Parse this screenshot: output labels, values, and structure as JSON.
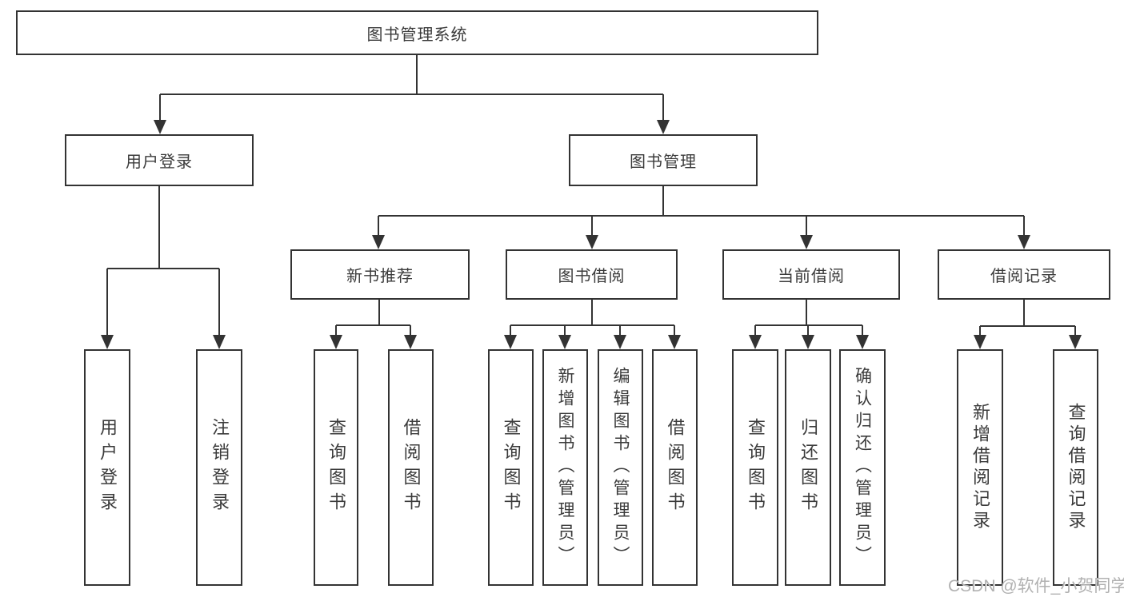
{
  "diagram_title": "图书管理系统",
  "colors": {
    "line": "#333333",
    "text": "#3b3b3b",
    "box_background": "#ffffff",
    "watermark": "#b1b1b1"
  },
  "nodes": {
    "root": {
      "label": "图书管理系统"
    },
    "user_login": {
      "label": "用户登录"
    },
    "book_management": {
      "label": "图书管理"
    },
    "new_book_recommend": {
      "label": "新书推荐"
    },
    "book_borrowing": {
      "label": "图书借阅"
    },
    "current_borrowing": {
      "label": "当前借阅"
    },
    "borrowing_records": {
      "label": "借阅记录"
    },
    "leaf_user_login": {
      "label": "用户登录"
    },
    "leaf_logout": {
      "label": "注销登录"
    },
    "leaf_query_books_1": {
      "label": "查询图书"
    },
    "leaf_borrow_books_1": {
      "label": "借阅图书"
    },
    "leaf_query_books_2": {
      "label": "查询图书"
    },
    "leaf_add_book_admin": {
      "label": "新增图书（管理员）"
    },
    "leaf_edit_book_admin": {
      "label": "编辑图书（管理员）"
    },
    "leaf_borrow_books_2": {
      "label": "借阅图书"
    },
    "leaf_query_books_3": {
      "label": "查询图书"
    },
    "leaf_return_books": {
      "label": "归还图书"
    },
    "leaf_confirm_return_admin": {
      "label": "确认归还（管理员）"
    },
    "leaf_add_borrow_record": {
      "label": "新增借阅记录"
    },
    "leaf_query_borrow_record": {
      "label": "查询借阅记录"
    }
  },
  "watermark": {
    "text": "CSDN @软件_小贺同学"
  }
}
